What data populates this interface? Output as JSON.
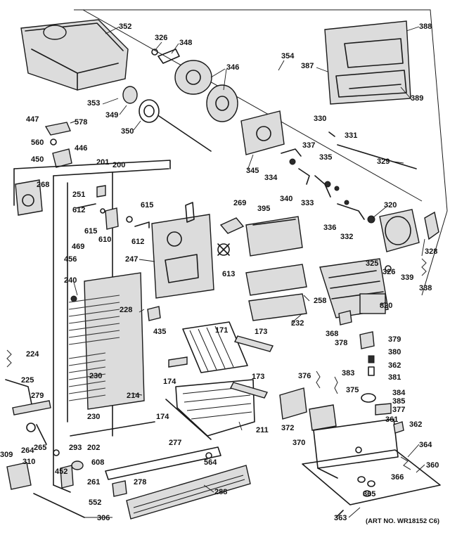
{
  "callouts": [
    "352",
    "326",
    "348",
    "346",
    "354",
    "388",
    "387",
    "389",
    "353",
    "349",
    "350",
    "447",
    "578",
    "560",
    "446",
    "450",
    "345",
    "330",
    "331",
    "337",
    "335",
    "334",
    "340",
    "333",
    "329",
    "320",
    "336",
    "332",
    "328",
    "325",
    "326",
    "339",
    "338",
    "201",
    "200",
    "268",
    "251",
    "612",
    "615",
    "610",
    "615",
    "612",
    "269",
    "395",
    "613",
    "247",
    "469",
    "456",
    "240",
    "228",
    "258",
    "820",
    "232",
    "435",
    "171",
    "173",
    "368",
    "378",
    "379",
    "380",
    "224",
    "225",
    "230",
    "214",
    "174",
    "362",
    "376",
    "383",
    "381",
    "375",
    "279",
    "173",
    "384",
    "385",
    "377",
    "230",
    "174",
    "211",
    "372",
    "361",
    "362",
    "264",
    "265",
    "293",
    "202",
    "277",
    "370",
    "364",
    "309",
    "310",
    "608",
    "564",
    "360",
    "452",
    "261",
    "278",
    "366",
    "552",
    "288",
    "365",
    "306",
    "363"
  ],
  "art_number": "(ART NO. WR18152 C6)"
}
